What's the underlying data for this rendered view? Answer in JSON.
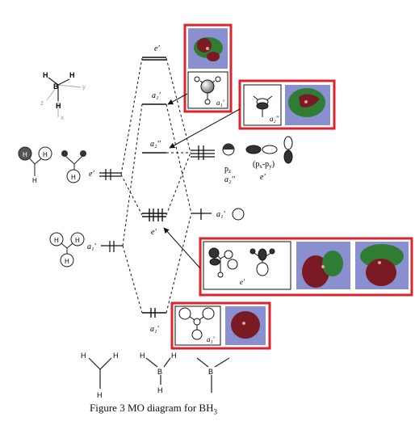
{
  "caption": {
    "prefix": "Figure 3 MO diagram for BH",
    "subscript": "3"
  },
  "atoms": {
    "b": "B",
    "h": "H"
  },
  "axes": {
    "x": "x",
    "y": "y",
    "z": "z"
  },
  "labels": {
    "e_prime": "e'",
    "a1_prime": "a₁'",
    "a2_dprime": "a₂''",
    "pz": "p",
    "pz_sub": "z",
    "pxpy": "(p",
    "pxpy_x": "x",
    "pxpy_sep": "-p",
    "pxpy_y": "y",
    "pxpy_close": ")"
  },
  "colors": {
    "highlight": "#d9262e",
    "lobe_red": "#7a1a22",
    "lobe_green": "#2e7d32",
    "render_bg": "#8a8fcf"
  }
}
